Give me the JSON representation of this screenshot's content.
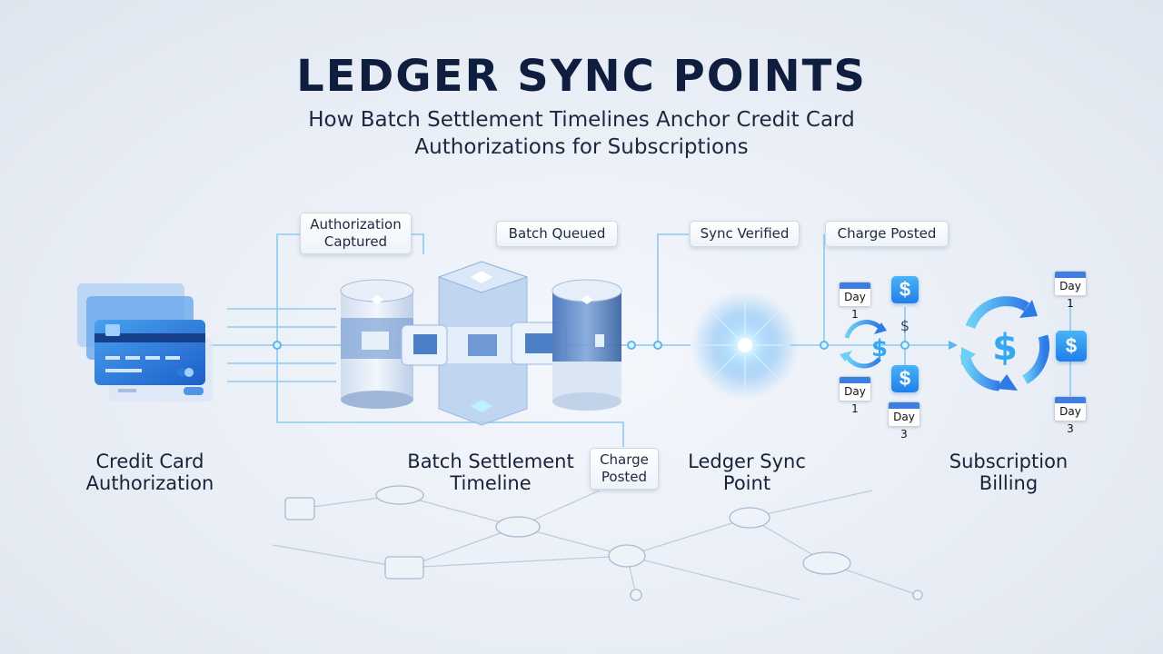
{
  "title": "LEDGER SYNC POINTS",
  "subtitle_line1": "How Batch Settlement Timelines Anchor Credit Card",
  "subtitle_line2": "Authorizations for Subscriptions",
  "callouts": {
    "authorization_captured_1": "Authorization",
    "authorization_captured_2": "Captured",
    "batch_queued": "Batch Queued",
    "sync_verified": "Sync Verified",
    "charge_posted_top": "Charge Posted",
    "charge_posted_bottom_1": "Charge",
    "charge_posted_bottom_2": "Posted"
  },
  "stages": {
    "credit_card_1": "Credit Card",
    "credit_card_2": "Authorization",
    "batch_1": "Batch Settlement",
    "batch_2": "Timeline",
    "ledger_1": "Ledger Sync",
    "ledger_2": "Point",
    "billing_1": "Subscription",
    "billing_2": "Billing"
  },
  "calendar": {
    "day1": "Day 1",
    "day3": "Day 3",
    "dollar": "$"
  },
  "colors": {
    "title": "#0f1d3e",
    "accent_blue": "#2f7be6",
    "glow": "#8fd3ff"
  }
}
